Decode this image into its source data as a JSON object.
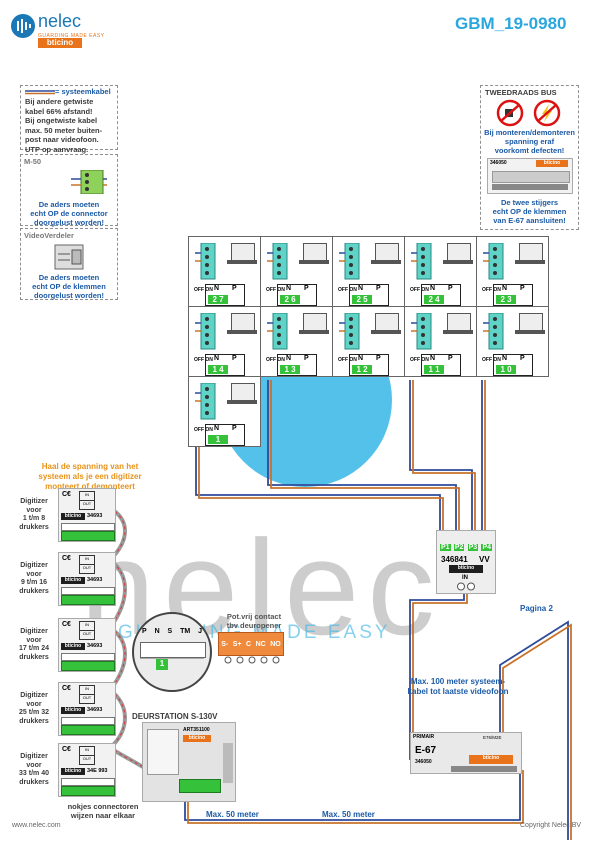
{
  "header": {
    "doc_id": "GBM_19-0980",
    "logo_name": "nelec",
    "logo_sub": "GUARDING MADE EASY",
    "logo_brand": "bticino"
  },
  "legend": {
    "system_cable": "= systeemkabel",
    "lines": [
      "Bij andere getwiste",
      "kabel 66% afstand!",
      "Bij ongetwiste kabel",
      "max. 50 meter buiten-",
      "post naar videofoon.",
      "UTP op aanvraag."
    ]
  },
  "m50": {
    "title": "M-50",
    "lines": [
      "De aders moeten",
      "echt OP de connector",
      "doorgelust worden!"
    ]
  },
  "videoverdeler": {
    "title": "VideoVerdeler",
    "lines": [
      "De aders moeten",
      "echt OP de klemmen",
      "doorgelust worden!"
    ]
  },
  "twowire": {
    "title": "TWEEDRAADS BUS",
    "lines": [
      "Bij monteren/demonteren",
      "spanning eraf",
      "voorkomt defecten!"
    ],
    "module_code": "346050",
    "module_brand": "bticino",
    "bottom_lines": [
      "De twee stijgers",
      "echt OP de klemmen",
      "van E-67 aansluiten!"
    ]
  },
  "monitor": {
    "off_on": "OFF ON",
    "n": "N",
    "p": "P"
  },
  "monitors": {
    "row1": [
      "2 7",
      "2 6",
      "2 5",
      "2 4",
      "2 3"
    ],
    "row2": [
      "1 4",
      "1 3",
      "1 2",
      "1 1",
      "1 0"
    ],
    "row3": [
      "1"
    ]
  },
  "digitizer": {
    "warning": [
      "Haal de spanning van het",
      "systeem als je een digitizer",
      "monteert of demonteert"
    ],
    "units": [
      {
        "lines": [
          "Digitizer",
          "voor",
          "1 t/m 8",
          "drukkers"
        ],
        "code": "34693"
      },
      {
        "lines": [
          "Digitizer",
          "voor",
          "9 t/m 16",
          "drukkers"
        ],
        "code": "34693"
      },
      {
        "lines": [
          "Digitizer",
          "voor",
          "17 t/m 24",
          "drukkers"
        ],
        "code": "34693"
      },
      {
        "lines": [
          "Digitizer",
          "voor",
          "25 t/m 32",
          "drukkers"
        ],
        "code": "34693"
      },
      {
        "lines": [
          "Digitizer",
          "voor",
          "33 t/m 40",
          "drukkers"
        ],
        "code": "34E 993"
      }
    ],
    "brand": "bticino",
    "out": "OUT",
    "in": "IN",
    "nokjes": [
      "nokjes connectoren",
      "wijzen naar elkaar"
    ]
  },
  "connector_zoom": {
    "labels": [
      "P",
      "N",
      "S",
      "TM",
      "J"
    ],
    "digit": "1"
  },
  "pot_contact": {
    "lines": [
      "Pot.vrij contact",
      "tbv deuropener"
    ],
    "terminals": [
      "S-",
      "S+",
      "C",
      "NC",
      "NO"
    ]
  },
  "deurstation": {
    "title": "DEURSTATION S-130V",
    "code": "ART351100"
  },
  "distributor": {
    "ports": [
      "P1",
      "P2",
      "P3",
      "P4"
    ],
    "code": "346841",
    "suffix": "VV",
    "brand": "bticino",
    "in": "IN"
  },
  "psu": {
    "label": "PRIMAIR",
    "name": "E-67",
    "code": "346050",
    "brand": "bticino",
    "model": "E76/M2E"
  },
  "labels": {
    "pagina2": "Pagina 2",
    "max100": [
      "Max. 100 meter systeem-",
      "kabel tot laatste videofoon"
    ],
    "max50_a": "Max. 50 meter",
    "max50_b": "Max. 50 meter"
  },
  "footer": {
    "url": "www.nelec.com",
    "copyright": "Copyright Nelec BV"
  },
  "colors": {
    "brand_blue": "#2aa7df",
    "wire_orange": "#c8732b",
    "wire_blue": "#2d4b9c",
    "accent_green": "#35c23a"
  }
}
